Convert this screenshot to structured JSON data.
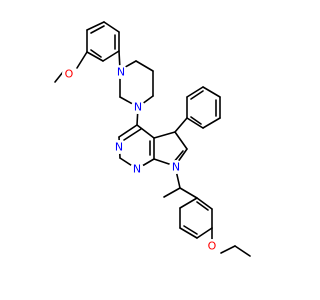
{
  "colors": {
    "nitrogen": "#0000ff",
    "oxygen": "#ff0000",
    "bond": "#000000",
    "background": "#ffffff"
  },
  "atoms": {
    "methoxy_o": "O",
    "piperazine_n_top": "N",
    "piperazine_n_bottom": "N",
    "pyrimidine_n_upper": "N",
    "pyrimidine_n_lower": "N",
    "pyrrole_n": "N",
    "ethoxy_o": "O"
  }
}
